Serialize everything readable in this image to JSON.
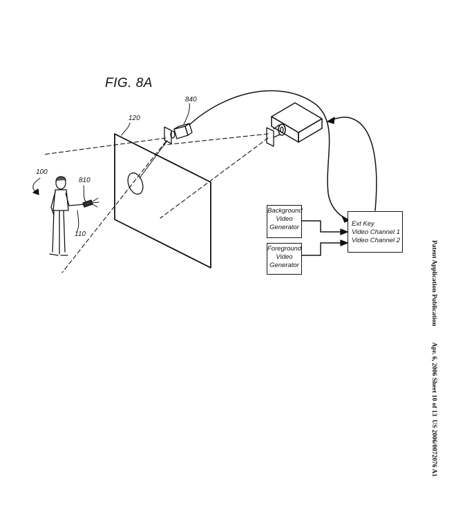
{
  "figure": {
    "title": "FIG. 8A"
  },
  "refs": {
    "screen": "120",
    "camera": "840",
    "person": "100",
    "pointer": "810",
    "arm": "110"
  },
  "boxes": {
    "background": [
      "Background",
      "Video",
      "Generator"
    ],
    "foreground": [
      "Foreground",
      "Video",
      "Generator"
    ],
    "ext_key": [
      "Ext Key",
      "Video Channel 1",
      "Video Channel 2"
    ]
  },
  "header": {
    "publication": "Patent Application Publication",
    "date_sheet": "Apr. 6, 2006   Sheet 10 of 13",
    "number": "US 2006/0072076 A1"
  }
}
